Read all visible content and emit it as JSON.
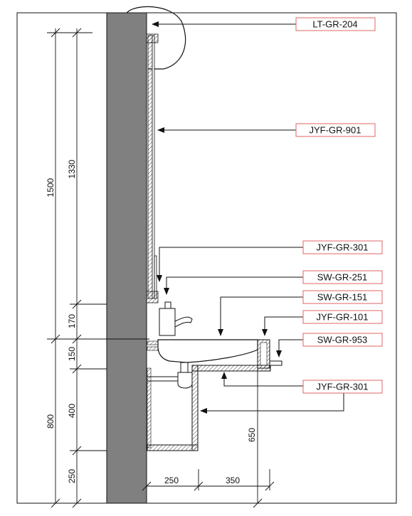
{
  "tags": [
    {
      "id": "lt-gr-204",
      "text": "LT-GR-204"
    },
    {
      "id": "jyf-gr-901",
      "text": "JYF-GR-901"
    },
    {
      "id": "jyf-gr-301-upper",
      "text": "JYF-GR-301"
    },
    {
      "id": "sw-gr-251",
      "text": "SW-GR-251"
    },
    {
      "id": "sw-gr-151",
      "text": "SW-GR-151"
    },
    {
      "id": "jyf-gr-101",
      "text": "JYF-GR-101"
    },
    {
      "id": "sw-gr-953",
      "text": "SW-GR-953"
    },
    {
      "id": "jyf-gr-301-lower",
      "text": "JYF-GR-301"
    }
  ],
  "dimensions": {
    "outer_left": [
      {
        "id": "dim-1500",
        "value": "1500"
      },
      {
        "id": "dim-800",
        "value": "800"
      }
    ],
    "inner_left": [
      {
        "id": "dim-1330",
        "value": "1330"
      },
      {
        "id": "dim-170",
        "value": "170"
      },
      {
        "id": "dim-150",
        "value": "150"
      },
      {
        "id": "dim-400",
        "value": "400"
      },
      {
        "id": "dim-250-vertical",
        "value": "250"
      }
    ],
    "bottom": [
      {
        "id": "dim-250-horizontal",
        "value": "250"
      },
      {
        "id": "dim-350",
        "value": "350"
      }
    ],
    "right": [
      {
        "id": "dim-650",
        "value": "650"
      }
    ]
  },
  "colors": {
    "wall": "#808080",
    "line": "#111111",
    "tag_border": "#e06666"
  }
}
